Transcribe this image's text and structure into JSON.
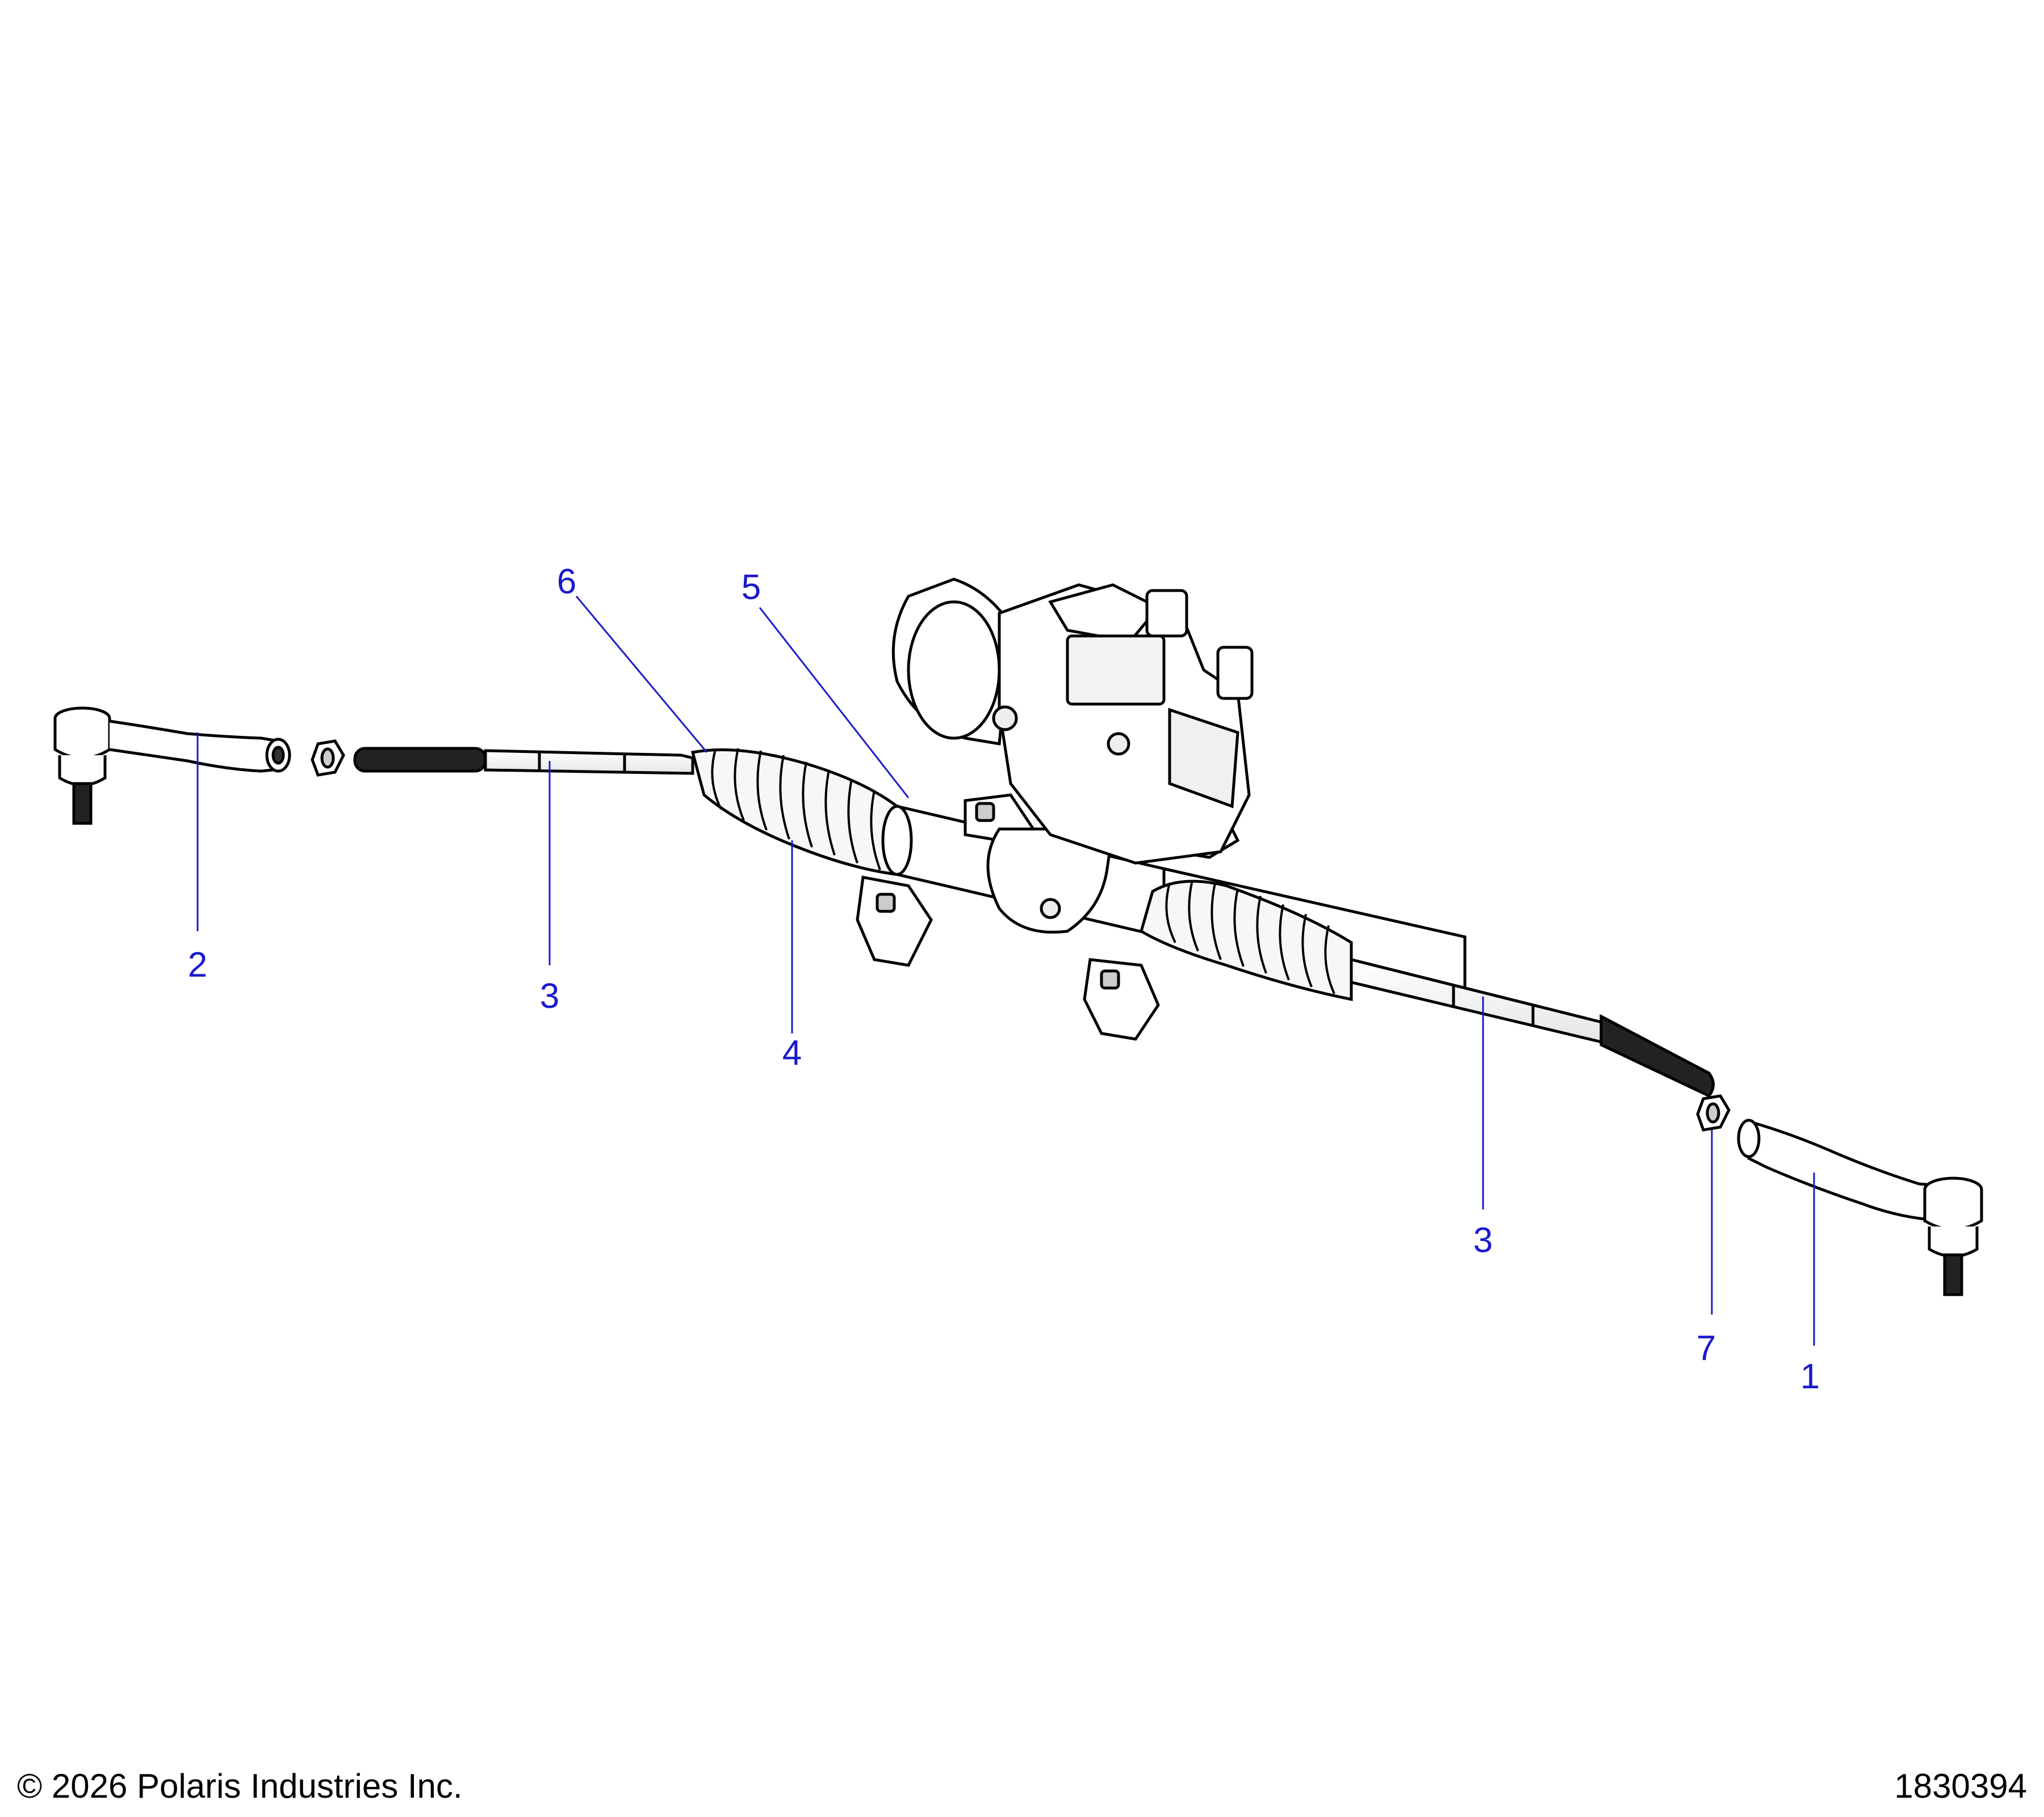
{
  "diagram": {
    "callouts": [
      {
        "id": "c1",
        "label": "1"
      },
      {
        "id": "c2",
        "label": "2"
      },
      {
        "id": "c3a",
        "label": "3"
      },
      {
        "id": "c3b",
        "label": "3"
      },
      {
        "id": "c4",
        "label": "4"
      },
      {
        "id": "c5",
        "label": "5"
      },
      {
        "id": "c6",
        "label": "6"
      },
      {
        "id": "c7",
        "label": "7"
      }
    ],
    "callout_color": "#1a1acc",
    "line_color": "#1a1acc"
  },
  "footer": {
    "copyright": "© 2026 Polaris Industries Inc.",
    "part_number": "1830394"
  }
}
